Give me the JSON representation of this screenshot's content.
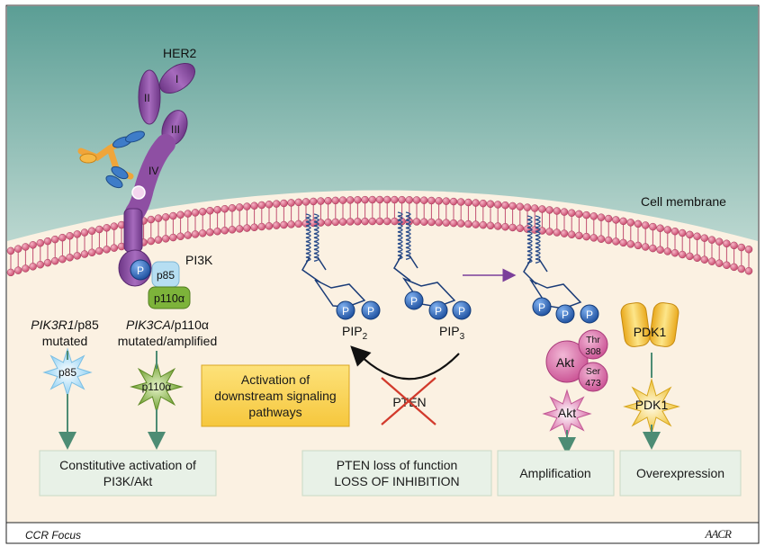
{
  "labels": {
    "her2": "HER2",
    "domain_i": "I",
    "domain_ii": "II",
    "domain_iii": "III",
    "domain_iv": "IV",
    "cell_membrane": "Cell membrane",
    "pi3k": "PI3K",
    "p": "P",
    "p85": "p85",
    "p110a": "p110α",
    "pik3r1_gene": "PIK3R1",
    "pik3r1_suffix": "/p85",
    "pik3r1_line2": "mutated",
    "pik3ca_gene": "PIK3CA",
    "pik3ca_suffix": "/p110α",
    "pik3ca_line2": "mutated/amplified",
    "pip2_base": "PIP",
    "pip2_sub": "2",
    "pip3_base": "PIP",
    "pip3_sub": "3",
    "pten": "PTEN",
    "akt": "Akt",
    "thr": "Thr",
    "thr_num": "308",
    "ser": "Ser",
    "ser_num": "473",
    "pdk1": "PDK1"
  },
  "boxes": {
    "activation_line1": "Activation of",
    "activation_line2": "downstream signaling",
    "activation_line3": "pathways",
    "constitutive_line1": "Constitutive activation of",
    "constitutive_line2": "PI3K/Akt",
    "pten_loss_line1": "PTEN loss of function",
    "pten_loss_line2": "LOSS OF INHIBITION",
    "amplification": "Amplification",
    "overexpression": "Overexpression"
  },
  "footer": {
    "journal": "CCR Focus",
    "logo_text": "AACR"
  },
  "colors": {
    "background_top": "#5fa39a",
    "cytoplasm": "#fbf1e2",
    "membrane_head": "#d95a7c",
    "her2": "#8e4fa3",
    "phosphate": "#2d64b8",
    "p110a": "#7db33a",
    "p85": "#a9d8ef",
    "akt": "#d86fa8",
    "pdk1": "#f2c53a",
    "activation_box": "#fbd85a",
    "arrow": "#4d8c74",
    "pten_cross": "#d23a2c"
  }
}
